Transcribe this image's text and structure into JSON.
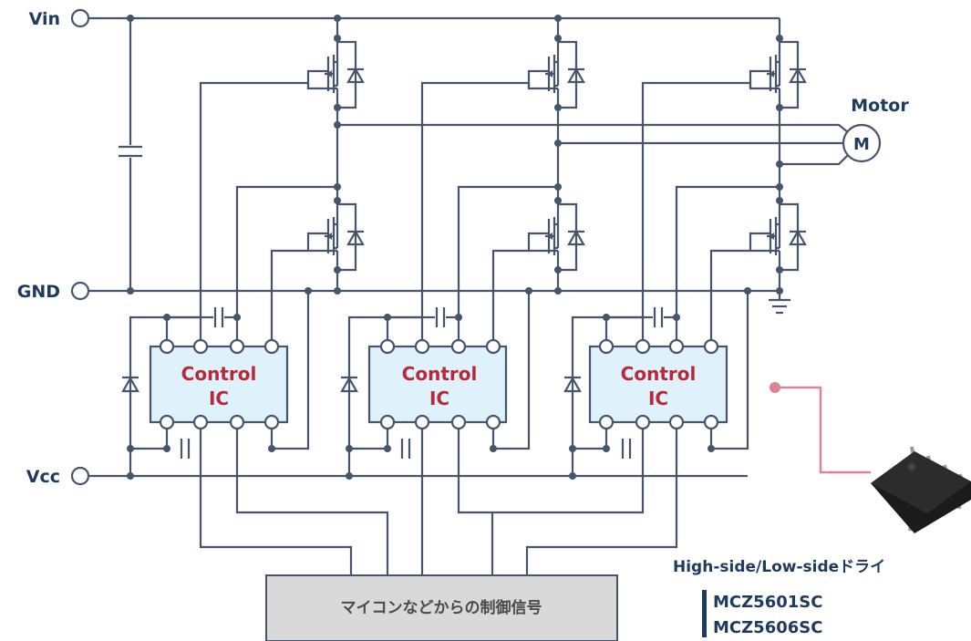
{
  "terminals": {
    "vin": "Vin",
    "gnd": "GND",
    "vcc": "Vcc"
  },
  "motor": {
    "label": "Motor",
    "symbol": "M"
  },
  "control_ic": {
    "line1": "Control",
    "line2": "IC"
  },
  "mcu_box": {
    "label": "マイコンなどからの制御信号"
  },
  "driver": {
    "title": "High-side/Low-sideドライ",
    "parts": [
      "MCZ5601SC",
      "MCZ5606SC"
    ]
  },
  "colors": {
    "wire": "#46556a",
    "text": "#1f3a5f",
    "ic_fill": "#dff1fb",
    "ic_text": "#b7283a",
    "callout": "#d98596",
    "mcu_fill": "#d9d9d9"
  }
}
